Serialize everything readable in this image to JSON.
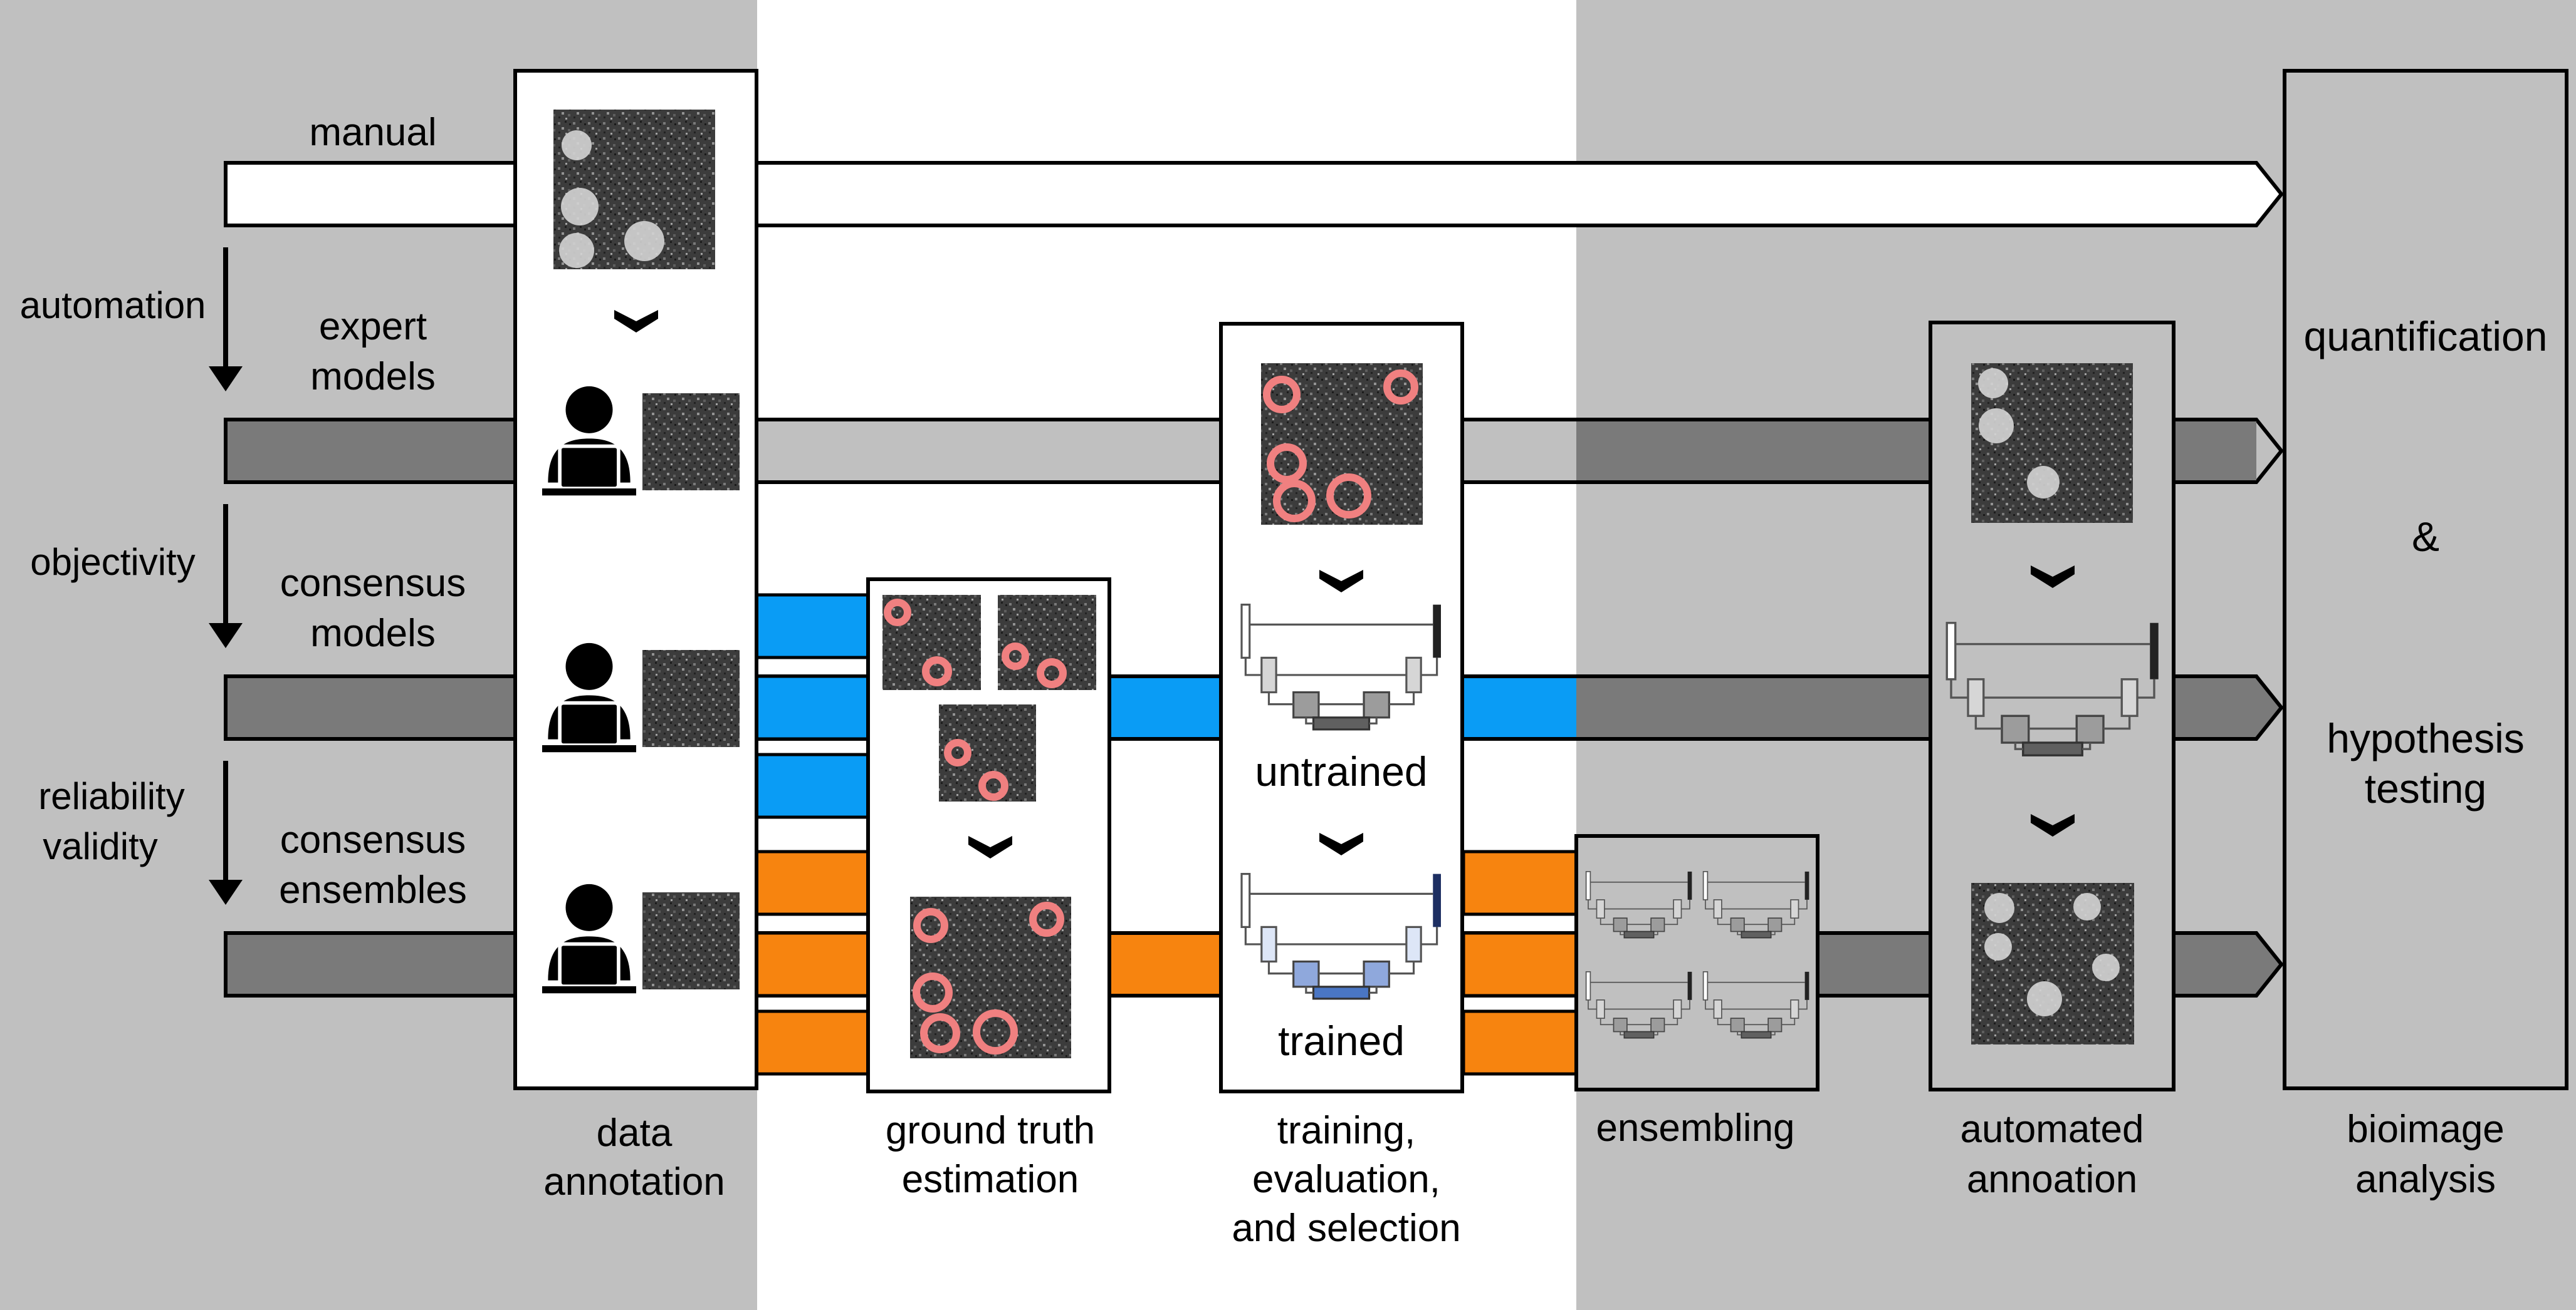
{
  "rows": {
    "manual": "manual",
    "expert": [
      "expert",
      "models"
    ],
    "consensus_models": [
      "consensus",
      "models"
    ],
    "consensus_ensembles": [
      "consensus",
      "ensembles"
    ]
  },
  "arrows": {
    "automation": "automation",
    "objectivity": "objectivity",
    "reliability": [
      "reliability",
      "validity"
    ]
  },
  "steps": {
    "data_annotation": [
      "data",
      "annotation"
    ],
    "ground_truth": [
      "ground truth",
      "estimation"
    ],
    "training": [
      "training,",
      "evaluation,",
      "and selection"
    ],
    "ensembling": "ensembling",
    "automated": [
      "automated",
      "annoation"
    ],
    "bioimage": [
      "bioimage",
      "analysis"
    ]
  },
  "models": {
    "untrained": "untrained",
    "trained": "trained"
  },
  "analysis": {
    "quantification": "quantification",
    "ampersand": "&",
    "hypothesis": [
      "hypothesis",
      "testing"
    ]
  },
  "colors": {
    "background_gray": "#c0c0c0",
    "band_dark": "#7a7a7a",
    "band_light": "#c0c0c0",
    "blue": "#0a9cf5",
    "orange": "#f7840f",
    "trained_blue": "#4a76c4"
  }
}
